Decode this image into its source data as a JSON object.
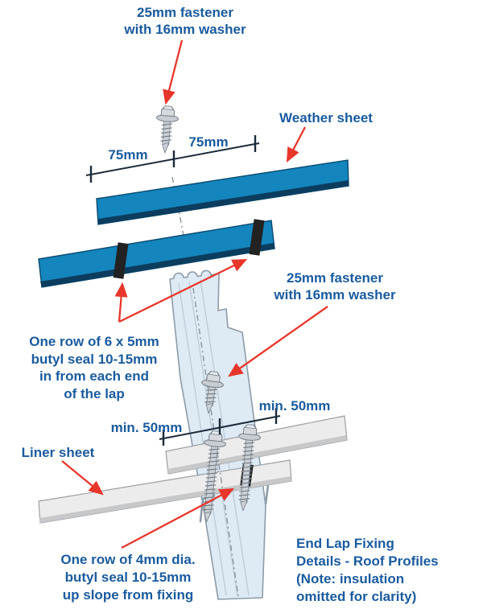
{
  "labels": {
    "fastener_top": [
      "25mm fastener",
      "with 16mm washer"
    ],
    "weather_sheet": "Weather sheet",
    "dim_75_left": "75mm",
    "dim_75_right": "75mm",
    "fastener_mid": [
      "25mm fastener",
      "with 16mm washer"
    ],
    "butyl_seal_top": [
      "One row of 6 x 5mm",
      "butyl seal 10-15mm",
      "in from each end",
      "of the lap"
    ],
    "dim_50_right": "min. 50mm",
    "dim_50_left": "min. 50mm",
    "liner_sheet": "Liner sheet",
    "butyl_seal_bottom": [
      "One row of 4mm dia.",
      "butyl seal 10-15mm",
      "up slope from fixing"
    ],
    "caption": [
      "End Lap Fixing",
      "Details - Roof Profiles",
      "(Note: insulation",
      "omitted for clarity)"
    ]
  },
  "colors": {
    "label_text": "#1A5B9E",
    "arrow_red": "#E8362A",
    "dim_line": "#1C2B3A",
    "sheet_blue": "#1485BD",
    "sheet_blue_edge": "#0A4B70",
    "sheet_blue_shadow": "#0C3D5E",
    "sheet_gray": "#ECECEC",
    "sheet_gray_edge": "#9BA0A4",
    "sheet_gray_shadow": "#C6C8CA",
    "member_fill": "#DEEAF4",
    "member_edge": "#8C9CA9",
    "member_inner": "#B9C9D6",
    "seal_black": "#222222"
  }
}
